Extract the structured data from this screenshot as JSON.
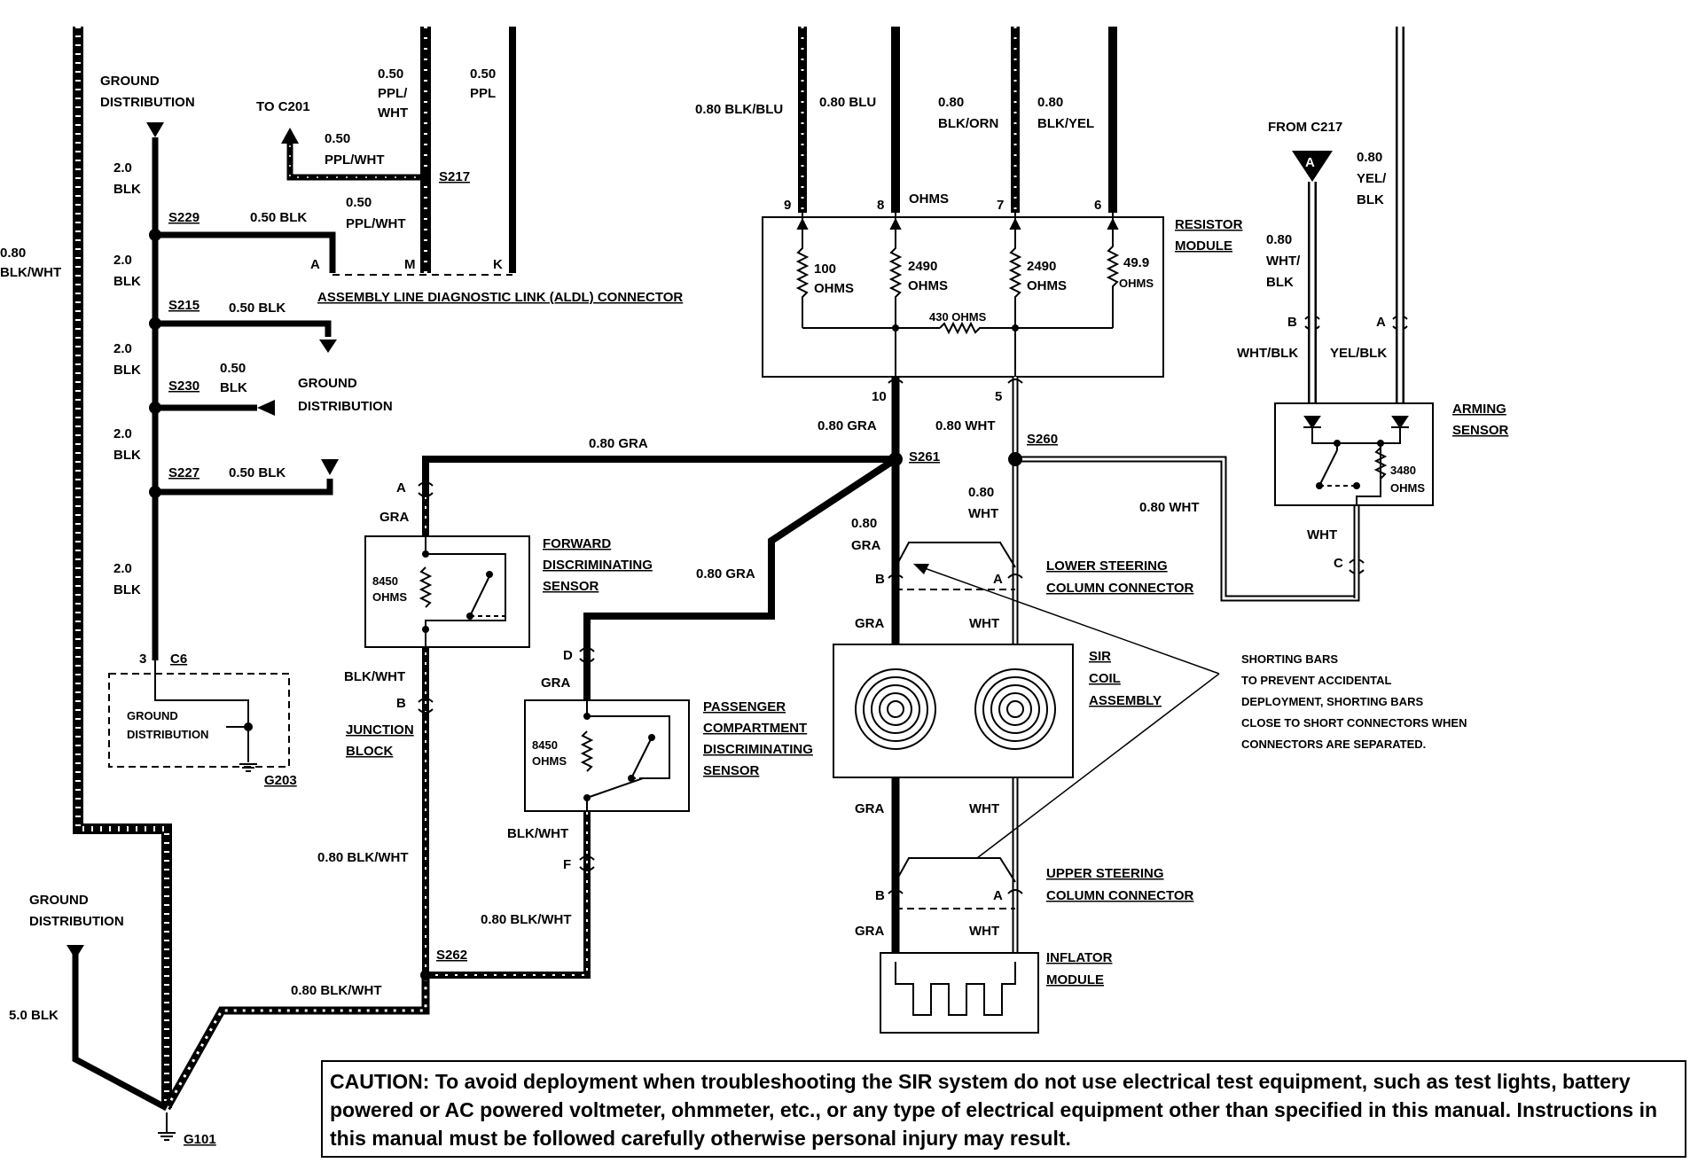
{
  "left": {
    "gd_top": [
      "GROUND",
      "DISTRIBUTION"
    ],
    "wire_2blk": [
      "2.0",
      "BLK"
    ],
    "s229": "S229",
    "s215": "S215",
    "s230": "S230",
    "s227": "S227",
    "w050blk": "0.50 BLK",
    "w050blk_split": [
      "0.50",
      "BLK"
    ],
    "gd_mid": [
      "GROUND",
      "DISTRIBUTION"
    ],
    "c6": "C6",
    "pin3": "3",
    "gd_box": [
      "GROUND",
      "DISTRIBUTION"
    ],
    "g203": "G203",
    "main_wire": [
      "0.80",
      "BLK/WHT"
    ],
    "gd_bottom": [
      "GROUND",
      "DISTRIBUTION"
    ],
    "w50blk": "5.0 BLK",
    "g101": "G101"
  },
  "aldl": {
    "to_c201": "TO C201",
    "ppl_wht_1": [
      "0.50",
      "PPL/WHT"
    ],
    "ppl_wht_2": [
      "0.50",
      "PPL/WHT"
    ],
    "ppl_wht_3": [
      "0.50",
      "PPL/",
      "WHT"
    ],
    "ppl": [
      "0.50",
      "PPL"
    ],
    "s217": "S217",
    "pin_a": "A",
    "pin_m": "M",
    "pin_k": "K",
    "connector": "ASSEMBLY LINE DIAGNOSTIC LINK (ALDL) CONNECTOR"
  },
  "resistor": {
    "w_blk_blu": "0.80 BLK/BLU",
    "w_blu": "0.80 BLU",
    "w_blk_orn": [
      "0.80",
      "BLK/ORN"
    ],
    "w_blk_yel": [
      "0.80",
      "BLK/YEL"
    ],
    "pins": [
      "9",
      "8",
      "7",
      "6"
    ],
    "ohms_label": "OHMS",
    "r1": [
      "100",
      "OHMS"
    ],
    "r2": [
      "2490",
      "OHMS"
    ],
    "r3": [
      "2490",
      "OHMS"
    ],
    "r4": [
      "49.9",
      "OHMS"
    ],
    "r_mid": "430 OHMS",
    "module": [
      "RESISTOR",
      "MODULE"
    ],
    "pin10": "10",
    "pin5": "5"
  },
  "center": {
    "w_gra": "0.80 GRA",
    "w_wht": "0.80 WHT",
    "s261": "S261",
    "s260": "S260",
    "w_gra_top": "0.80 GRA",
    "w_gra_v": [
      "0.80",
      "GRA"
    ],
    "w_wht_v": [
      "0.80",
      "WHT"
    ],
    "w_gra_diag": "0.80 GRA",
    "w_wht_right": "0.80 WHT",
    "pin_b": "B",
    "pin_a": "A",
    "lower_conn": [
      "LOWER STEERING",
      "COLUMN CONNECTOR"
    ],
    "gra": "GRA",
    "wht": "WHT",
    "coil": [
      "SIR",
      "COIL",
      "ASSEMBLY"
    ],
    "upper_conn": [
      "UPPER STEERING",
      "COLUMN CONNECTOR"
    ],
    "inflator": [
      "INFLATOR",
      "MODULE"
    ],
    "shorting": [
      "SHORTING BARS",
      "TO PREVENT ACCIDENTAL",
      "DEPLOYMENT, SHORTING BARS",
      "CLOSE TO SHORT CONNECTORS WHEN",
      "CONNECTORS ARE SEPARATED."
    ]
  },
  "fwd": {
    "pin_a": "A",
    "gra": "GRA",
    "ohms": [
      "8450",
      "OHMS"
    ],
    "label": [
      "FORWARD",
      "DISCRIMINATING",
      "SENSOR"
    ],
    "blk_wht": "BLK/WHT",
    "pin_b": "B",
    "junction": [
      "JUNCTION",
      "BLOCK"
    ],
    "w_blk_wht": "0.80 BLK/WHT",
    "s262": "S262",
    "w_blk_wht_bottom": "0.80 BLK/WHT"
  },
  "pass": {
    "pin_d": "D",
    "gra": "GRA",
    "ohms": [
      "8450",
      "OHMS"
    ],
    "label": [
      "PASSENGER",
      "COMPARTMENT",
      "DISCRIMINATING",
      "SENSOR"
    ],
    "blk_wht": "BLK/WHT",
    "pin_f": "F",
    "w_blk_wht": "0.80 BLK/WHT"
  },
  "arming": {
    "from_c217": "FROM C217",
    "a_mark": "A",
    "w_yel_blk": [
      "0.80",
      "YEL/",
      "BLK"
    ],
    "w_wht_blk": [
      "0.80",
      "WHT/",
      "BLK"
    ],
    "pin_b": "B",
    "pin_a": "A",
    "wht_blk": "WHT/BLK",
    "yel_blk": "YEL/BLK",
    "label": [
      "ARMING",
      "SENSOR"
    ],
    "ohms": [
      "3480",
      "OHMS"
    ],
    "wht": "WHT",
    "pin_c": "C"
  },
  "caution": "CAUTION:  To avoid deployment when troubleshooting the SIR system do not use electrical test equipment, such as test lights, battery powered or  AC powered voltmeter, ohmmeter, etc., or  any type of electrical equipment other than specified in this manual.  Instructions in this manual must be followed carefully otherwise personal injury  may result."
}
